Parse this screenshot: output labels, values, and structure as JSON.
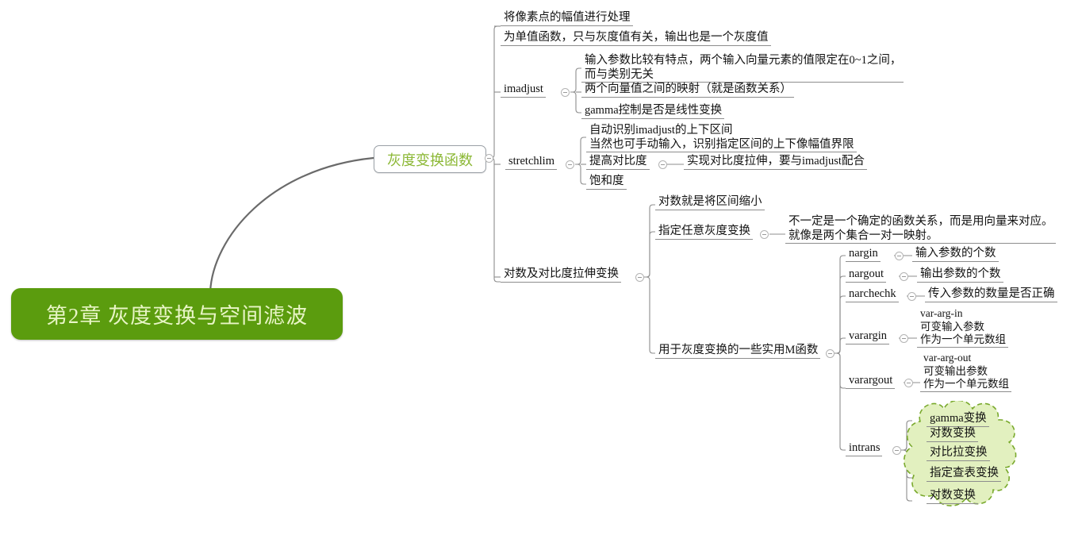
{
  "document": {
    "type": "mindmap",
    "background": "#ffffff"
  },
  "colors": {
    "root_fill": "#5b9c0e",
    "root_text": "#e8f5c6",
    "central_text": "#8cb836",
    "node_line": "#8d8d8d",
    "connector": "#6a6a6a",
    "cloud_fill": "#e2f0bf",
    "cloud_border": "#79a92c"
  },
  "root": {
    "label": "第2章 灰度变换与空间滤波"
  },
  "central": {
    "label": "灰度变换函数",
    "toggle": "collapse-toggle"
  },
  "branches": {
    "gray_transform": {
      "label": "灰度变换函数",
      "children": [
        {
          "label": "将像素点的幅值进行处理"
        },
        {
          "label": "为单值函数，只与灰度值有关，输出也是一个灰度值"
        },
        {
          "label": "imadjust",
          "toggle": "collapse-toggle",
          "children": [
            {
              "line1": "输入参数比较有特点，两个输入向量元素的值限定在0~1之间，",
              "line2": "而与类别无关"
            },
            {
              "label": "两个向量值之间的映射（就是函数关系）"
            },
            {
              "label": "gamma控制是否是线性变换"
            }
          ]
        },
        {
          "label": "stretchlim",
          "toggle": "collapse-toggle",
          "children": [
            {
              "line1": "自动识别imadjust的上下区间",
              "line2": "当然也可手动输入，识别指定区间的上下像幅值界限"
            },
            {
              "label": "提高对比度",
              "toggle": "collapse-toggle",
              "children": [
                {
                  "label": "实现对比度拉伸，要与imadjust配合"
                }
              ]
            },
            {
              "label": "饱和度"
            }
          ]
        }
      ]
    },
    "log_contrast": {
      "label": "对数及对比度拉伸变换",
      "toggle": "collapse-toggle",
      "children": [
        {
          "label": "对数就是将区间缩小"
        },
        {
          "label": "指定任意灰度变换",
          "toggle": "collapse-toggle",
          "children": [
            {
              "line1": "不一定是一个确定的函数关系，而是用向量来对应。",
              "line2": "就像是两个集合一对一映射。"
            }
          ]
        },
        {
          "label": "用于灰度变换的一些实用M函数",
          "toggle": "collapse-toggle",
          "children": [
            {
              "label": "nargin",
              "toggle": "collapse-toggle",
              "children": [
                {
                  "label": "输入参数的个数"
                }
              ]
            },
            {
              "label": "nargout",
              "toggle": "collapse-toggle",
              "children": [
                {
                  "label": "输出参数的个数"
                }
              ]
            },
            {
              "label": "narchechk",
              "toggle": "collapse-toggle",
              "children": [
                {
                  "label": "传入参数的数量是否正确"
                }
              ]
            },
            {
              "label": "varargin",
              "toggle": "collapse-toggle",
              "children": [
                {
                  "line1": "var-arg-in",
                  "line2": "可变输入参数",
                  "line3": "作为一个单元数组"
                }
              ]
            },
            {
              "label": "varargout",
              "toggle": "collapse-toggle",
              "children": [
                {
                  "line1": "var-arg-out",
                  "line2": "可变输出参数",
                  "line3": "作为一个单元数组"
                }
              ]
            },
            {
              "label": "intrans",
              "toggle": "collapse-toggle",
              "boundary": "cloud",
              "children": [
                {
                  "label": "gamma变换"
                },
                {
                  "label": "对数变换"
                },
                {
                  "label": "对比拉变换"
                },
                {
                  "label": "指定查表变换"
                },
                {
                  "label": "对数变换"
                }
              ]
            }
          ]
        }
      ]
    }
  }
}
